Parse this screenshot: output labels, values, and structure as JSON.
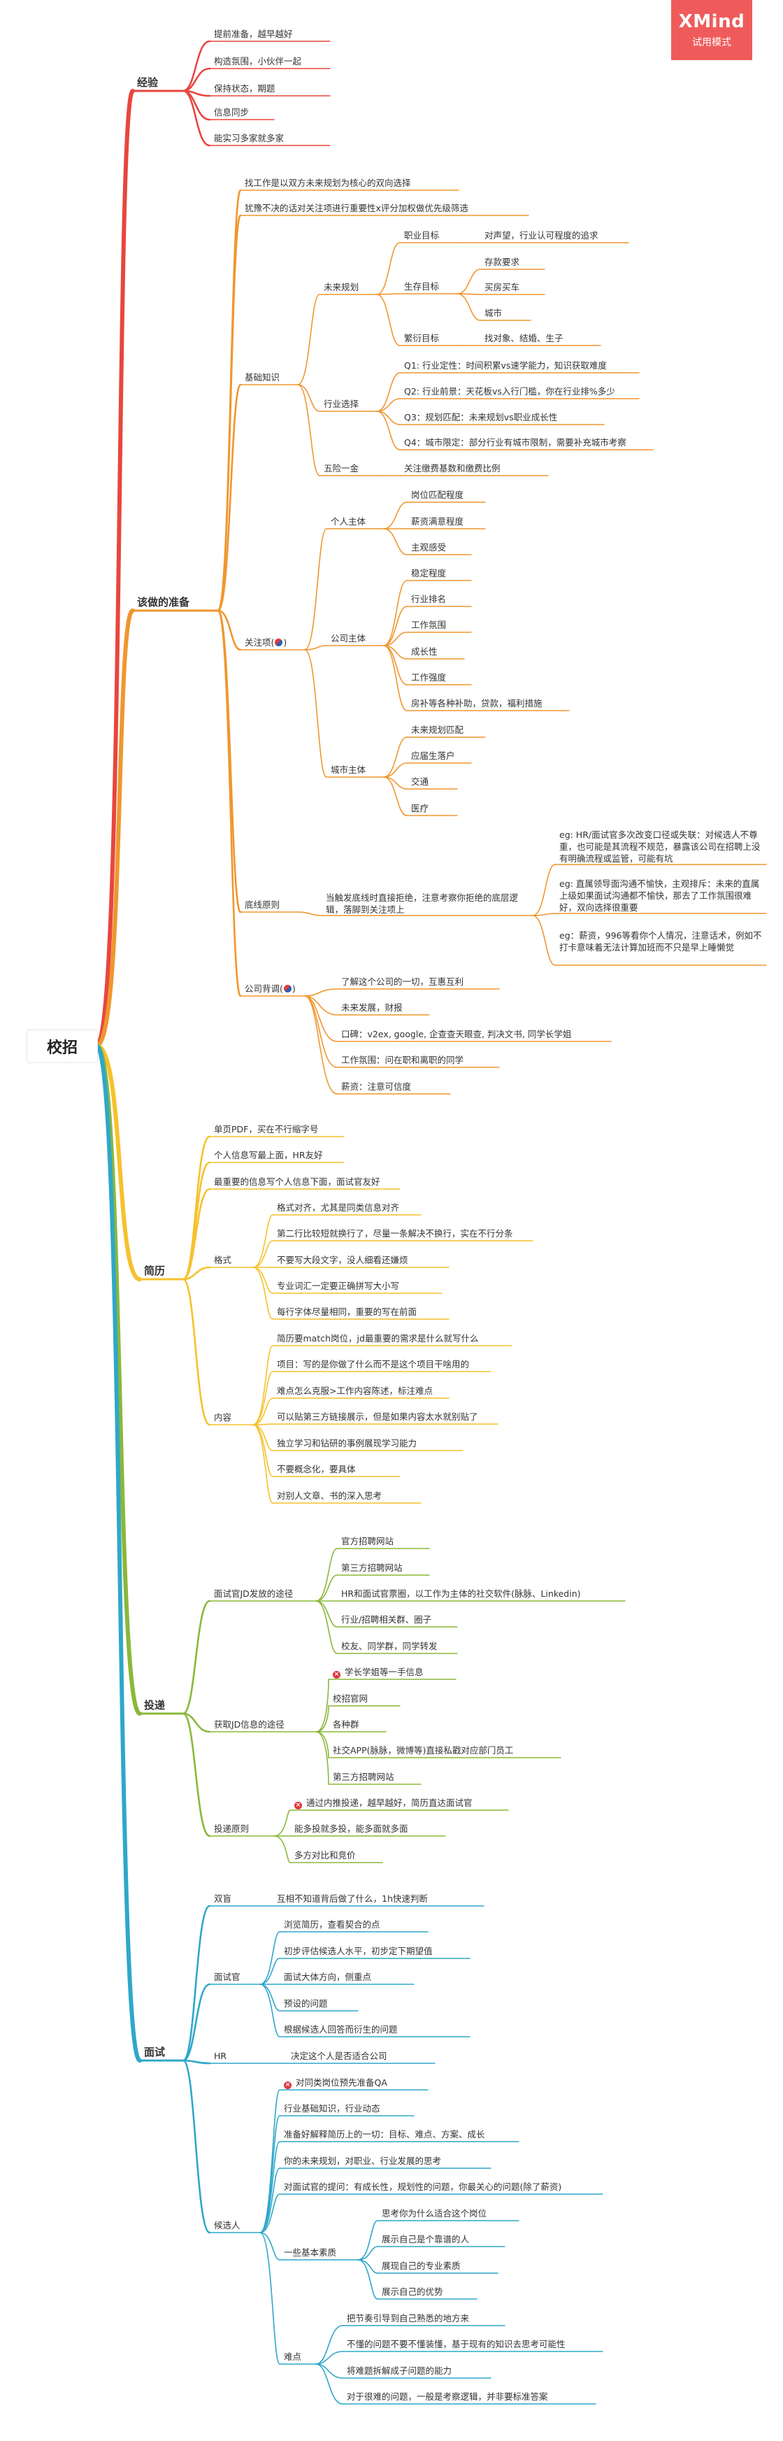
{
  "root": "校招",
  "watermark": {
    "brand": "XMind",
    "mode": "试用模式"
  },
  "colors": {
    "exp": "#e8463f",
    "prep": "#f0962e",
    "resume": "#f6c12c",
    "deliver": "#8ab83a",
    "interview": "#2fa7c9",
    "watermark_bg": "#ef5b5b"
  },
  "labels": {
    "exp": "经验",
    "exp_1": "提前准备，越早越好",
    "exp_2": "构造氛围，小伙伴一起",
    "exp_3": "保持状态，期题",
    "exp_4": "信息同步",
    "exp_5": "能实习多家就多家",
    "prep": "该做的准备",
    "prep_a": "找工作是以双方未来规划为核心的双向选择",
    "prep_b": "犹豫不决的话对关注项进行重要性x评分加权做优先级筛选",
    "base": "基础知识",
    "future": "未来规划",
    "career": "职业目标",
    "career_1": "对声望，行业认可程度的追求",
    "life": "生存目标",
    "life_1": "存款要求",
    "life_2": "买房买车",
    "life_3": "城市",
    "family": "繁衍目标",
    "family_1": "找对象、结婚、生子",
    "industry": "行业选择",
    "ind_q1": "Q1: 行业定性：时间积累vs速学能力，知识获取难度",
    "ind_q2": "Q2: 行业前景：天花板vs入行门槛，你在行业排%多少",
    "ind_q3": "Q3：规划匹配：未来规划vs职业成长性",
    "ind_q4": "Q4：城市限定：部分行业有城市限制，需要补充城市考察",
    "insurance": "五险一金",
    "insurance_1": "关注缴费基数和缴费比例",
    "focus": "关注项",
    "personal": "个人主体",
    "personal_1": "岗位匹配程度",
    "personal_2": "薪资满意程度",
    "personal_3": "主观感受",
    "company": "公司主体",
    "company_1": "稳定程度",
    "company_2": "行业排名",
    "company_3": "工作氛围",
    "company_4": "成长性",
    "company_5": "工作强度",
    "company_6": "房补等各种补助，贷款，福利措施",
    "city": "城市主体",
    "city_1": "未来规划匹配",
    "city_2": "应届生落户",
    "city_3": "交通",
    "city_4": "医疗",
    "bottom": "底线原则",
    "bottom_1": "当触发底线时直接拒绝，注意考察你拒绝的底层逻辑，落脚到关注项上",
    "bottom_eg1": "eg: HR/面试官多次改变口径或失联：对候选人不尊重，也可能是其流程不规范，暴露该公司在招聘上没有明确流程或监管，可能有坑",
    "bottom_eg2": "eg: 直属领导面沟通不愉快，主观排斥：未来的直属上级如果面试沟通都不愉快，那去了工作氛围很难好，双向选择很重要",
    "bottom_eg3": "eg：薪资，996等看你个人情况，注意话术，例如不打卡意味着无法计算加班而不只是早上睡懒觉",
    "bg": "公司背调",
    "bg_1": "了解这个公司的一切，互惠互利",
    "bg_2": "未来发展，财报",
    "bg_3": "口碑：v2ex, google, 企查查天眼查, 判决文书, 同学长学姐",
    "bg_4": "工作氛围：问在职和离职的同学",
    "bg_5": "薪资：注意可信度",
    "resume": "简历",
    "res_1": "单页PDF，买在不行缩字号",
    "res_2": "个人信息写最上面，HR友好",
    "res_3": "最重要的信息写个人信息下面，面试官友好",
    "format": "格式",
    "fmt_1": "格式对齐，尤其是同类信息对齐",
    "fmt_2": "第二行比较短就换行了，尽量一条解决不换行，实在不行分条",
    "fmt_3": "不要写大段文字，没人细看还嫌烦",
    "fmt_4": "专业词汇一定要正确拼写大小写",
    "fmt_5": "每行字体尽量相同，重要的写在前面",
    "content": "内容",
    "cnt_1": "简历要match岗位，jd最重要的需求是什么就写什么",
    "cnt_2": "项目：写的是你做了什么而不是这个项目干啥用的",
    "cnt_3": "难点怎么克服>工作内容陈述，标注难点",
    "cnt_4": "可以贴第三方链接展示，但是如果内容太水就别贴了",
    "cnt_5": "独立学习和钻研的事例展现学习能力",
    "cnt_6": "不要概念化，要具体",
    "cnt_7": "对别人文章、书的深入思考",
    "deliver": "投递",
    "jd_path": "面试官JD发放的途径",
    "jd_1": "官方招聘网站",
    "jd_2": "第三方招聘网站",
    "jd_3": "HR和面试官票圈，以工作为主体的社交软件(脉脉、Linkedin)",
    "jd_4": "行业/招聘相关群、圈子",
    "jd_5": "校友、同学群，同学转发",
    "get_path": "获取JD信息的途径",
    "get_1": "学长学姐等一手信息",
    "get_2": "校招官网",
    "get_3": "各种群",
    "get_4": "社交APP(脉脉，微博等)直接私戳对应部门员工",
    "get_5": "第三方招聘网站",
    "deliver_rule": "投递原则",
    "rule_1": "通过内推投递，越早越好，简历直达面试官",
    "rule_2": "能多投就多投，能多面就多面",
    "rule_3": "多方对比和竞价",
    "interview": "面试",
    "double": "双盲",
    "double_1": "互相不知道背后做了什么，1h快速判断",
    "interviewer": "面试官",
    "iv_1": "浏览简历，查看契合的点",
    "iv_2": "初步评估候选人水平，初步定下期望值",
    "iv_3": "面试大体方向，侧重点",
    "iv_4": "预设的问题",
    "iv_5": "根据候选人回答而衍生的问题",
    "hr": "HR",
    "hr_1": "决定这个人是否适合公司",
    "candidate": "候选人",
    "cand_1": "对同类岗位预先准备QA",
    "cand_2": "行业基础知识，行业动态",
    "cand_3": "准备好解释简历上的一切：目标、难点、方案、成长",
    "cand_4": "你的未来规划，对职业、行业发展的思考",
    "cand_5": "对面试官的提问：有成长性，规划性的问题，你最关心的问题(除了薪资)",
    "basic": "一些基本素质",
    "basic_1": "思考你为什么适合这个岗位",
    "basic_2": "展示自己是个靠谱的人",
    "basic_3": "展现自己的专业素质",
    "basic_4": "展示自己的优势",
    "difficult": "难点",
    "diff_1": "把节奏引导到自己熟悉的地方来",
    "diff_2": "不懂的问题不要不懂装懂，基于现有的知识去思考可能性",
    "diff_3": "将难题拆解成子问题的能力",
    "diff_4": "对于很难的问题，一般是考察逻辑，并非要标准答案"
  }
}
